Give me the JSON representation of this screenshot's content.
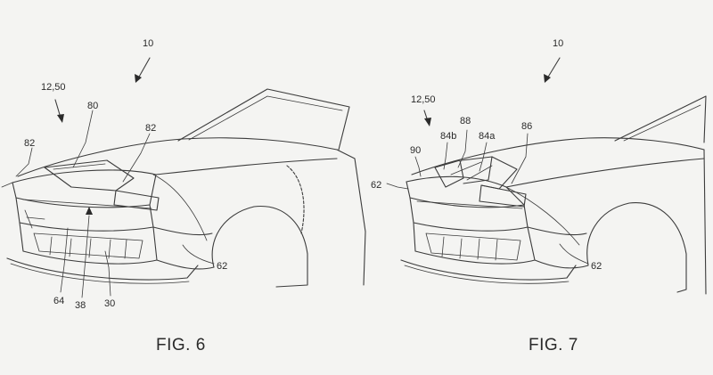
{
  "figures": [
    {
      "caption": "FIG. 6",
      "labels": {
        "vehicle": "10",
        "assembly": "12,50",
        "left_lamp": "82",
        "hood_panel": "80",
        "right_lamp": "82",
        "fender": "62",
        "grille_bar": "64",
        "emblem": "38",
        "fascia": "30"
      }
    },
    {
      "caption": "FIG. 7",
      "labels": {
        "vehicle": "10",
        "assembly": "12,50",
        "lamp": "90",
        "panel_b": "84b",
        "divider": "88",
        "panel_a": "84a",
        "hood": "86",
        "left_fender": "62",
        "right_fender": "62"
      }
    }
  ]
}
